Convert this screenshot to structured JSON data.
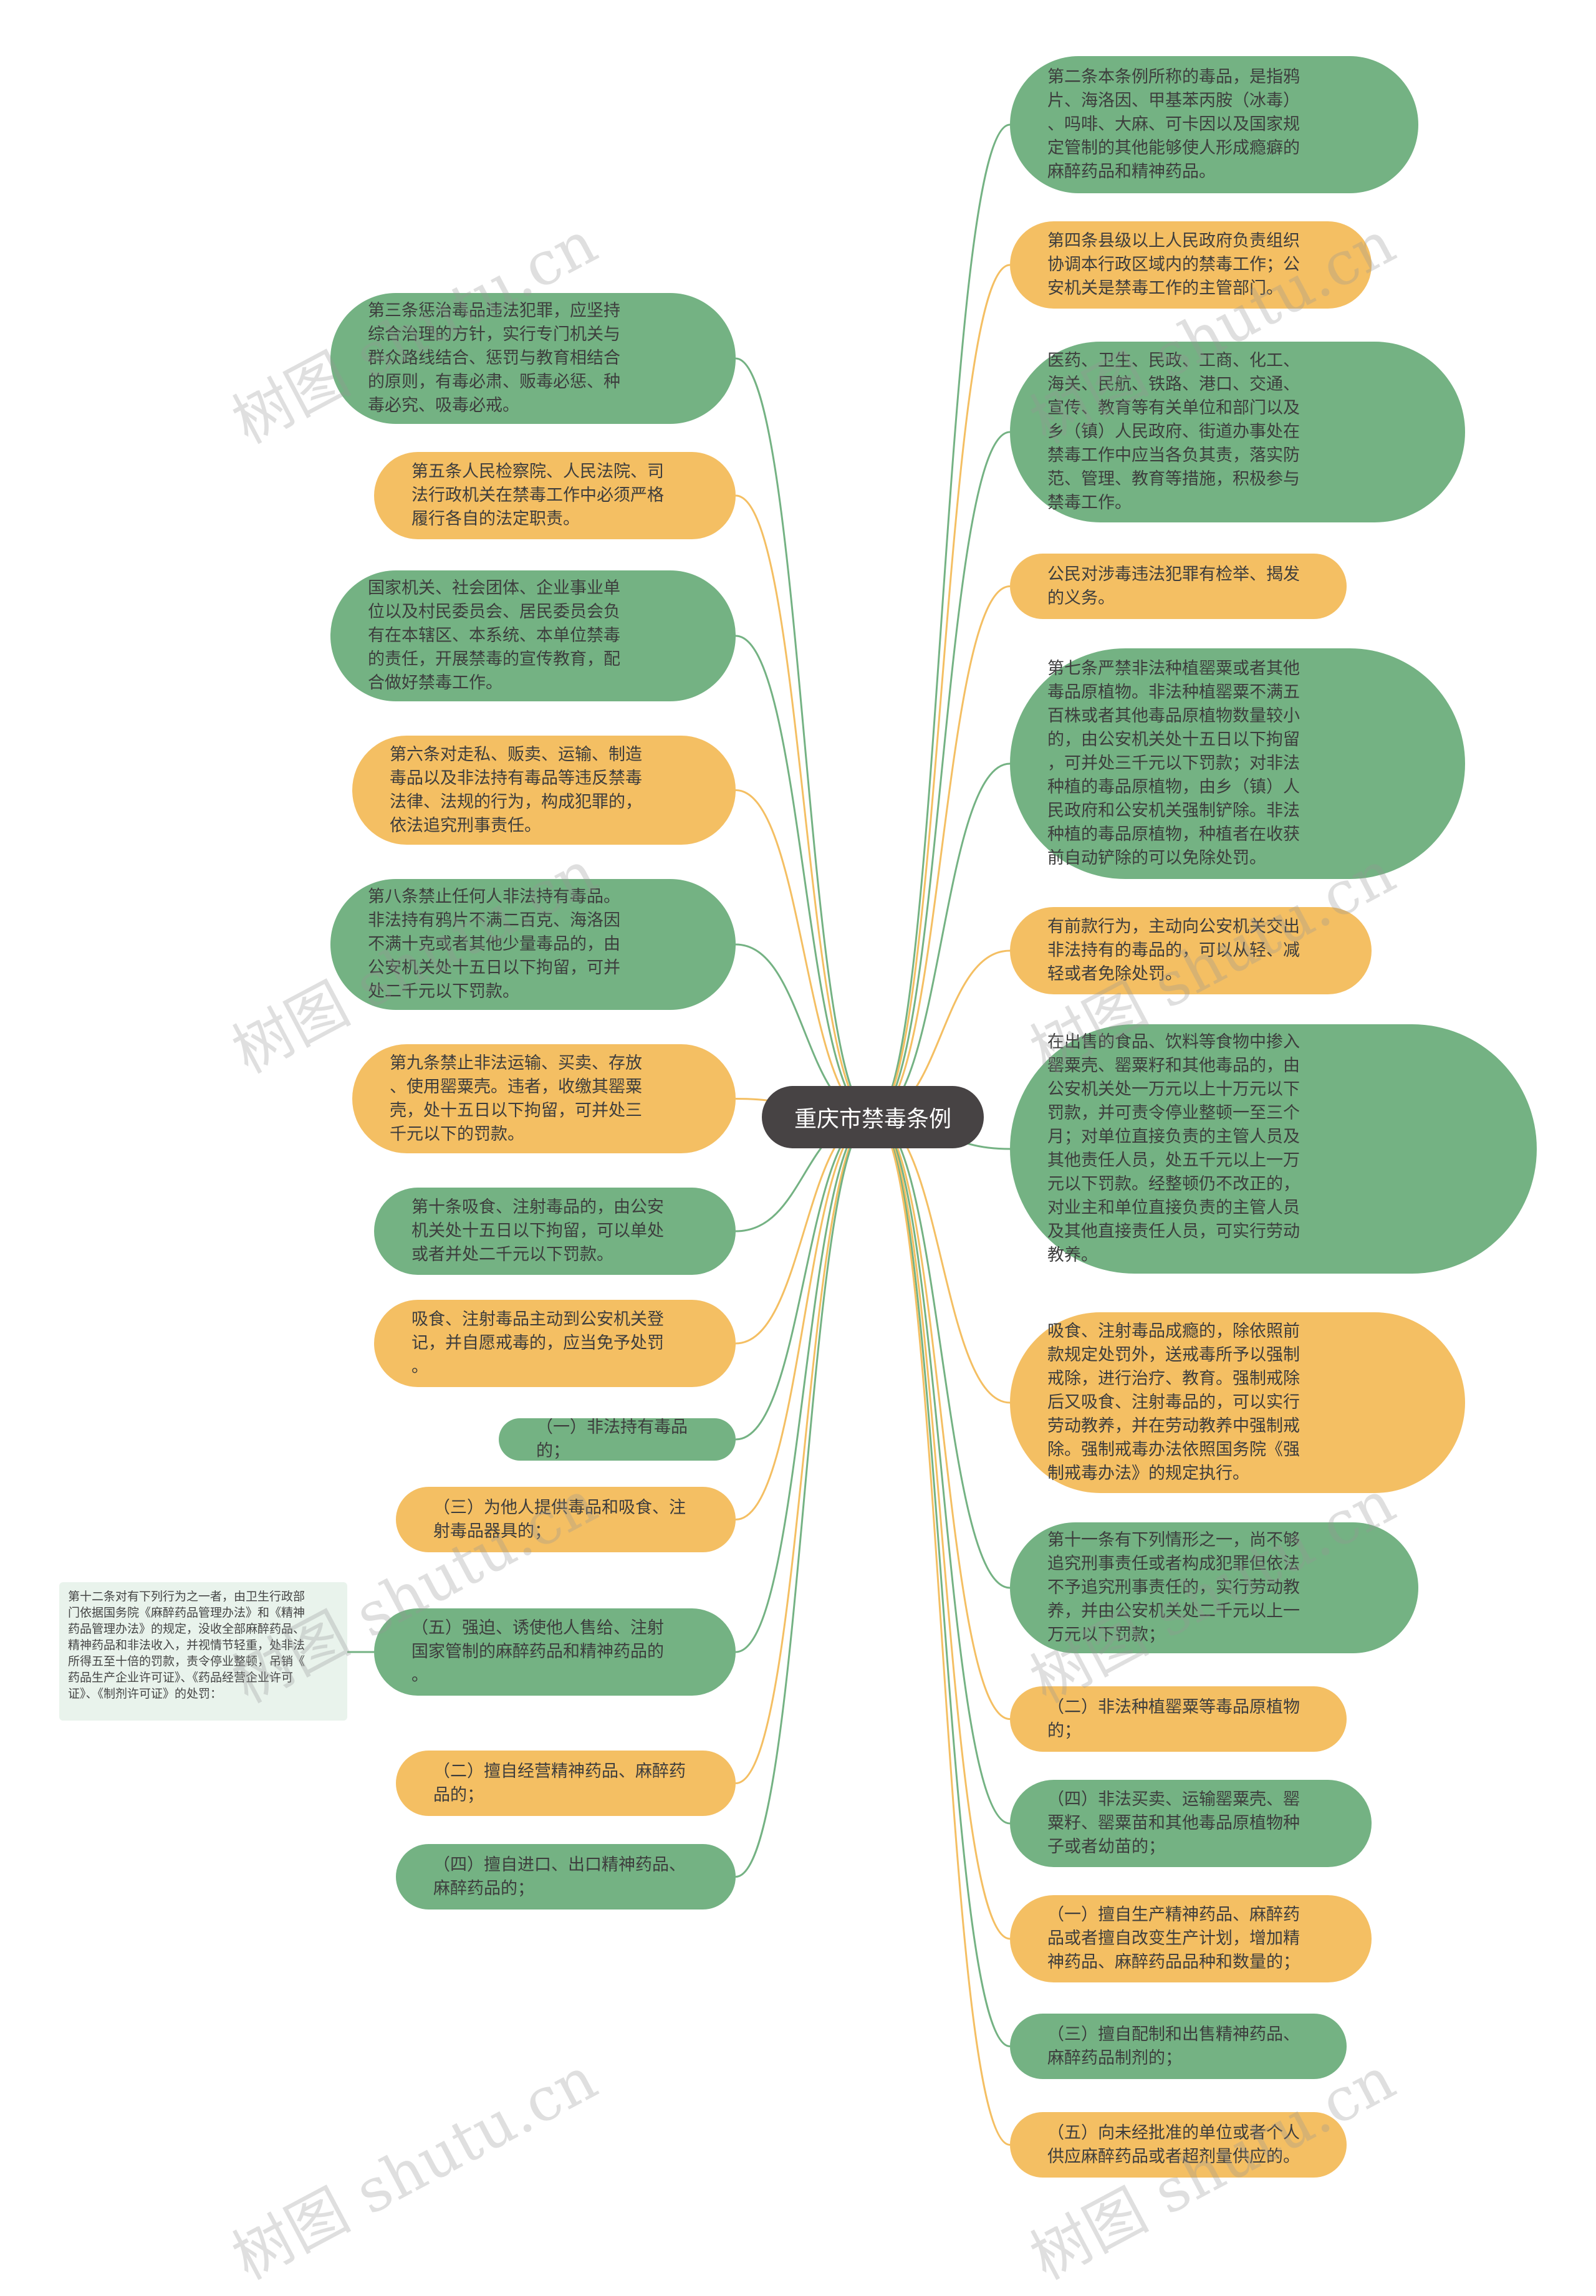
{
  "title": "重庆市禁毒条例",
  "colors": {
    "green": "#74b283",
    "orange": "#f4bf63",
    "center": "#474344",
    "note": "#e9f3ec"
  },
  "watermark": "树图 shutu.cn",
  "left_nodes": [
    {
      "color": "green",
      "text": "第三条惩治毒品违法犯罪，应坚持\n综合治理的方针，实行专门机关与\n群众路线结合、惩罚与教育相结合\n的原则，有毒必肃、贩毒必惩、种\n毒必究、吸毒必戒。"
    },
    {
      "color": "orange",
      "text": "第五条人民检察院、人民法院、司\n法行政机关在禁毒工作中必须严格\n履行各自的法定职责。"
    },
    {
      "color": "green",
      "text": "国家机关、社会团体、企业事业单\n位以及村民委员会、居民委员会负\n有在本辖区、本系统、本单位禁毒\n的责任，开展禁毒的宣传教育，配\n合做好禁毒工作。"
    },
    {
      "color": "orange",
      "text": "第六条对走私、贩卖、运输、制造\n毒品以及非法持有毒品等违反禁毒\n法律、法规的行为，构成犯罪的，\n依法追究刑事责任。"
    },
    {
      "color": "green",
      "text": "第八条禁止任何人非法持有毒品。\n非法持有鸦片不满二百克、海洛因\n不满十克或者其他少量毒品的，由\n公安机关处十五日以下拘留，可并\n处二千元以下罚款。"
    },
    {
      "color": "orange",
      "text": "第九条禁止非法运输、买卖、存放\n、使用罂粟壳。违者，收缴其罂粟\n壳，处十五日以下拘留，可并处三\n千元以下的罚款。"
    },
    {
      "color": "green",
      "text": "第十条吸食、注射毒品的，由公安\n机关处十五日以下拘留，可以单处\n或者并处二千元以下罚款。"
    },
    {
      "color": "orange",
      "text": "吸食、注射毒品主动到公安机关登\n记，并自愿戒毒的，应当免予处罚\n。"
    },
    {
      "color": "green",
      "text": "（一）非法持有毒品的；"
    },
    {
      "color": "orange",
      "text": "（三）为他人提供毒品和吸食、注\n射毒品器具的；"
    },
    {
      "color": "green",
      "text": "（五）强迫、诱使他人售给、注射\n国家管制的麻醉药品和精神药品的\n。"
    },
    {
      "color": "orange",
      "text": "（二）擅自经营精神药品、麻醉药\n品的；"
    },
    {
      "color": "green",
      "text": "（四）擅自进口、出口精神药品、\n麻醉药品的；"
    }
  ],
  "right_nodes": [
    {
      "color": "green",
      "text": "第二条本条例所称的毒品，是指鸦\n片、海洛因、甲基苯丙胺（冰毒）\n、吗啡、大麻、可卡因以及国家规\n定管制的其他能够使人形成瘾癖的\n麻醉药品和精神药品。"
    },
    {
      "color": "orange",
      "text": "第四条县级以上人民政府负责组织\n协调本行政区域内的禁毒工作；公\n安机关是禁毒工作的主管部门。"
    },
    {
      "color": "green",
      "text": "医药、卫生、民政、工商、化工、\n海关、民航、铁路、港口、交通、\n宣传、教育等有关单位和部门以及\n乡（镇）人民政府、街道办事处在\n禁毒工作中应当各负其责，落实防\n范、管理、教育等措施，积极参与\n禁毒工作。"
    },
    {
      "color": "orange",
      "text": "公民对涉毒违法犯罪有检举、揭发\n的义务。"
    },
    {
      "color": "green",
      "text": "第七条严禁非法种植罂粟或者其他\n毒品原植物。非法种植罂粟不满五\n百株或者其他毒品原植物数量较小\n的，由公安机关处十五日以下拘留\n，可并处三千元以下罚款；对非法\n种植的毒品原植物，由乡（镇）人\n民政府和公安机关强制铲除。非法\n种植的毒品原植物，种植者在收获\n前自动铲除的可以免除处罚。"
    },
    {
      "color": "orange",
      "text": "有前款行为，主动向公安机关交出\n非法持有的毒品的，可以从轻、减\n轻或者免除处罚。"
    },
    {
      "color": "green",
      "text": "在出售的食品、饮料等食物中掺入\n罂粟壳、罂粟籽和其他毒品的，由\n公安机关处一万元以上十万元以下\n罚款，并可责令停业整顿一至三个\n月；对单位直接负责的主管人员及\n其他责任人员，处五千元以上一万\n元以下罚款。经整顿仍不改正的，\n对业主和单位直接负责的主管人员\n及其他直接责任人员，可实行劳动\n教养。"
    },
    {
      "color": "orange",
      "text": "吸食、注射毒品成瘾的，除依照前\n款规定处罚外，送戒毒所予以强制\n戒除，进行治疗、教育。强制戒除\n后又吸食、注射毒品的，可以实行\n劳动教养，并在劳动教养中强制戒\n除。强制戒毒办法依照国务院《强\n制戒毒办法》的规定执行。"
    },
    {
      "color": "green",
      "text": "第十一条有下列情形之一，尚不够\n追究刑事责任或者构成犯罪但依法\n不予追究刑事责任的，实行劳动教\n养，并由公安机关处二千元以上一\n万元以下罚款；"
    },
    {
      "color": "orange",
      "text": "（二）非法种植罂粟等毒品原植物\n的；"
    },
    {
      "color": "green",
      "text": "（四）非法买卖、运输罂粟壳、罂\n粟籽、罂粟苗和其他毒品原植物种\n子或者幼苗的；"
    },
    {
      "color": "orange",
      "text": "（一）擅自生产精神药品、麻醉药\n品或者擅自改变生产计划，增加精\n神药品、麻醉药品品种和数量的；"
    },
    {
      "color": "green",
      "text": "（三）擅自配制和出售精神药品、\n麻醉药品制剂的；"
    },
    {
      "color": "orange",
      "text": "（五）向未经批准的单位或者个人\n供应麻醉药品或者超剂量供应的。"
    }
  ],
  "note": "第十二条对有下列行为之一者，由卫生行政部\n门依据国务院《麻醉药品管理办法》和《精神\n药品管理办法》的规定，没收全部麻醉药品、\n精神药品和非法收入，并视情节轻重，处非法\n所得五至十倍的罚款，责令停业整顿，吊销《\n药品生产企业许可证》、《药品经营企业许可\n证》、《制剂许可证》的处罚："
}
